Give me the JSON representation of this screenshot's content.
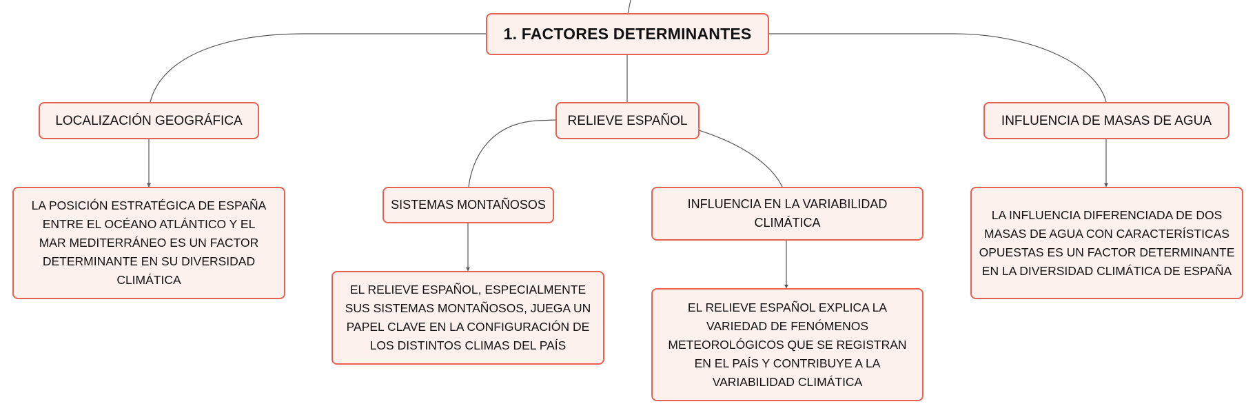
{
  "colors": {
    "node_border": "#e8604f",
    "node_fill": "#fdf1ed",
    "connector": "#555555",
    "text": "#111111"
  },
  "root": {
    "label": "1. FACTORES DETERMINANTES"
  },
  "topics": {
    "localizacion": {
      "label": "LOCALIZACIÓN GEOGRÁFICA",
      "detail": "LA POSICIÓN ESTRATÉGICA DE ESPAÑA ENTRE EL OCÉANO ATLÁNTICO Y EL MAR MEDITERRÁNEO ES UN FACTOR DETERMINANTE EN SU DIVERSIDAD CLIMÁTICA"
    },
    "relieve": {
      "label": "RELIEVE ESPAÑOL",
      "sistemas": {
        "label": "SISTEMAS MONTAÑOSOS",
        "detail": "EL RELIEVE ESPAÑOL, ESPECIALMENTE SUS SISTEMAS MONTAÑOSOS, JUEGA UN PAPEL CLAVE EN LA CONFIGURACIÓN DE LOS DISTINTOS CLIMAS DEL PAÍS"
      },
      "variabilidad": {
        "label": "INFLUENCIA EN LA VARIABILIDAD CLIMÁTICA",
        "detail": "EL RELIEVE ESPAÑOL EXPLICA LA VARIEDAD DE FENÓMENOS METEOROLÓGICOS QUE SE REGISTRAN EN EL PAÍS Y CONTRIBUYE A LA VARIABILIDAD CLIMÁTICA"
      }
    },
    "masas_agua": {
      "label": "INFLUENCIA DE MASAS DE AGUA",
      "detail": "LA INFLUENCIA DIFERENCIADA DE DOS MASAS DE AGUA CON CARACTERÍSTICAS OPUESTAS ES UN FACTOR DETERMINANTE EN LA DIVERSIDAD CLIMÁTICA DE ESPAÑA"
    }
  }
}
